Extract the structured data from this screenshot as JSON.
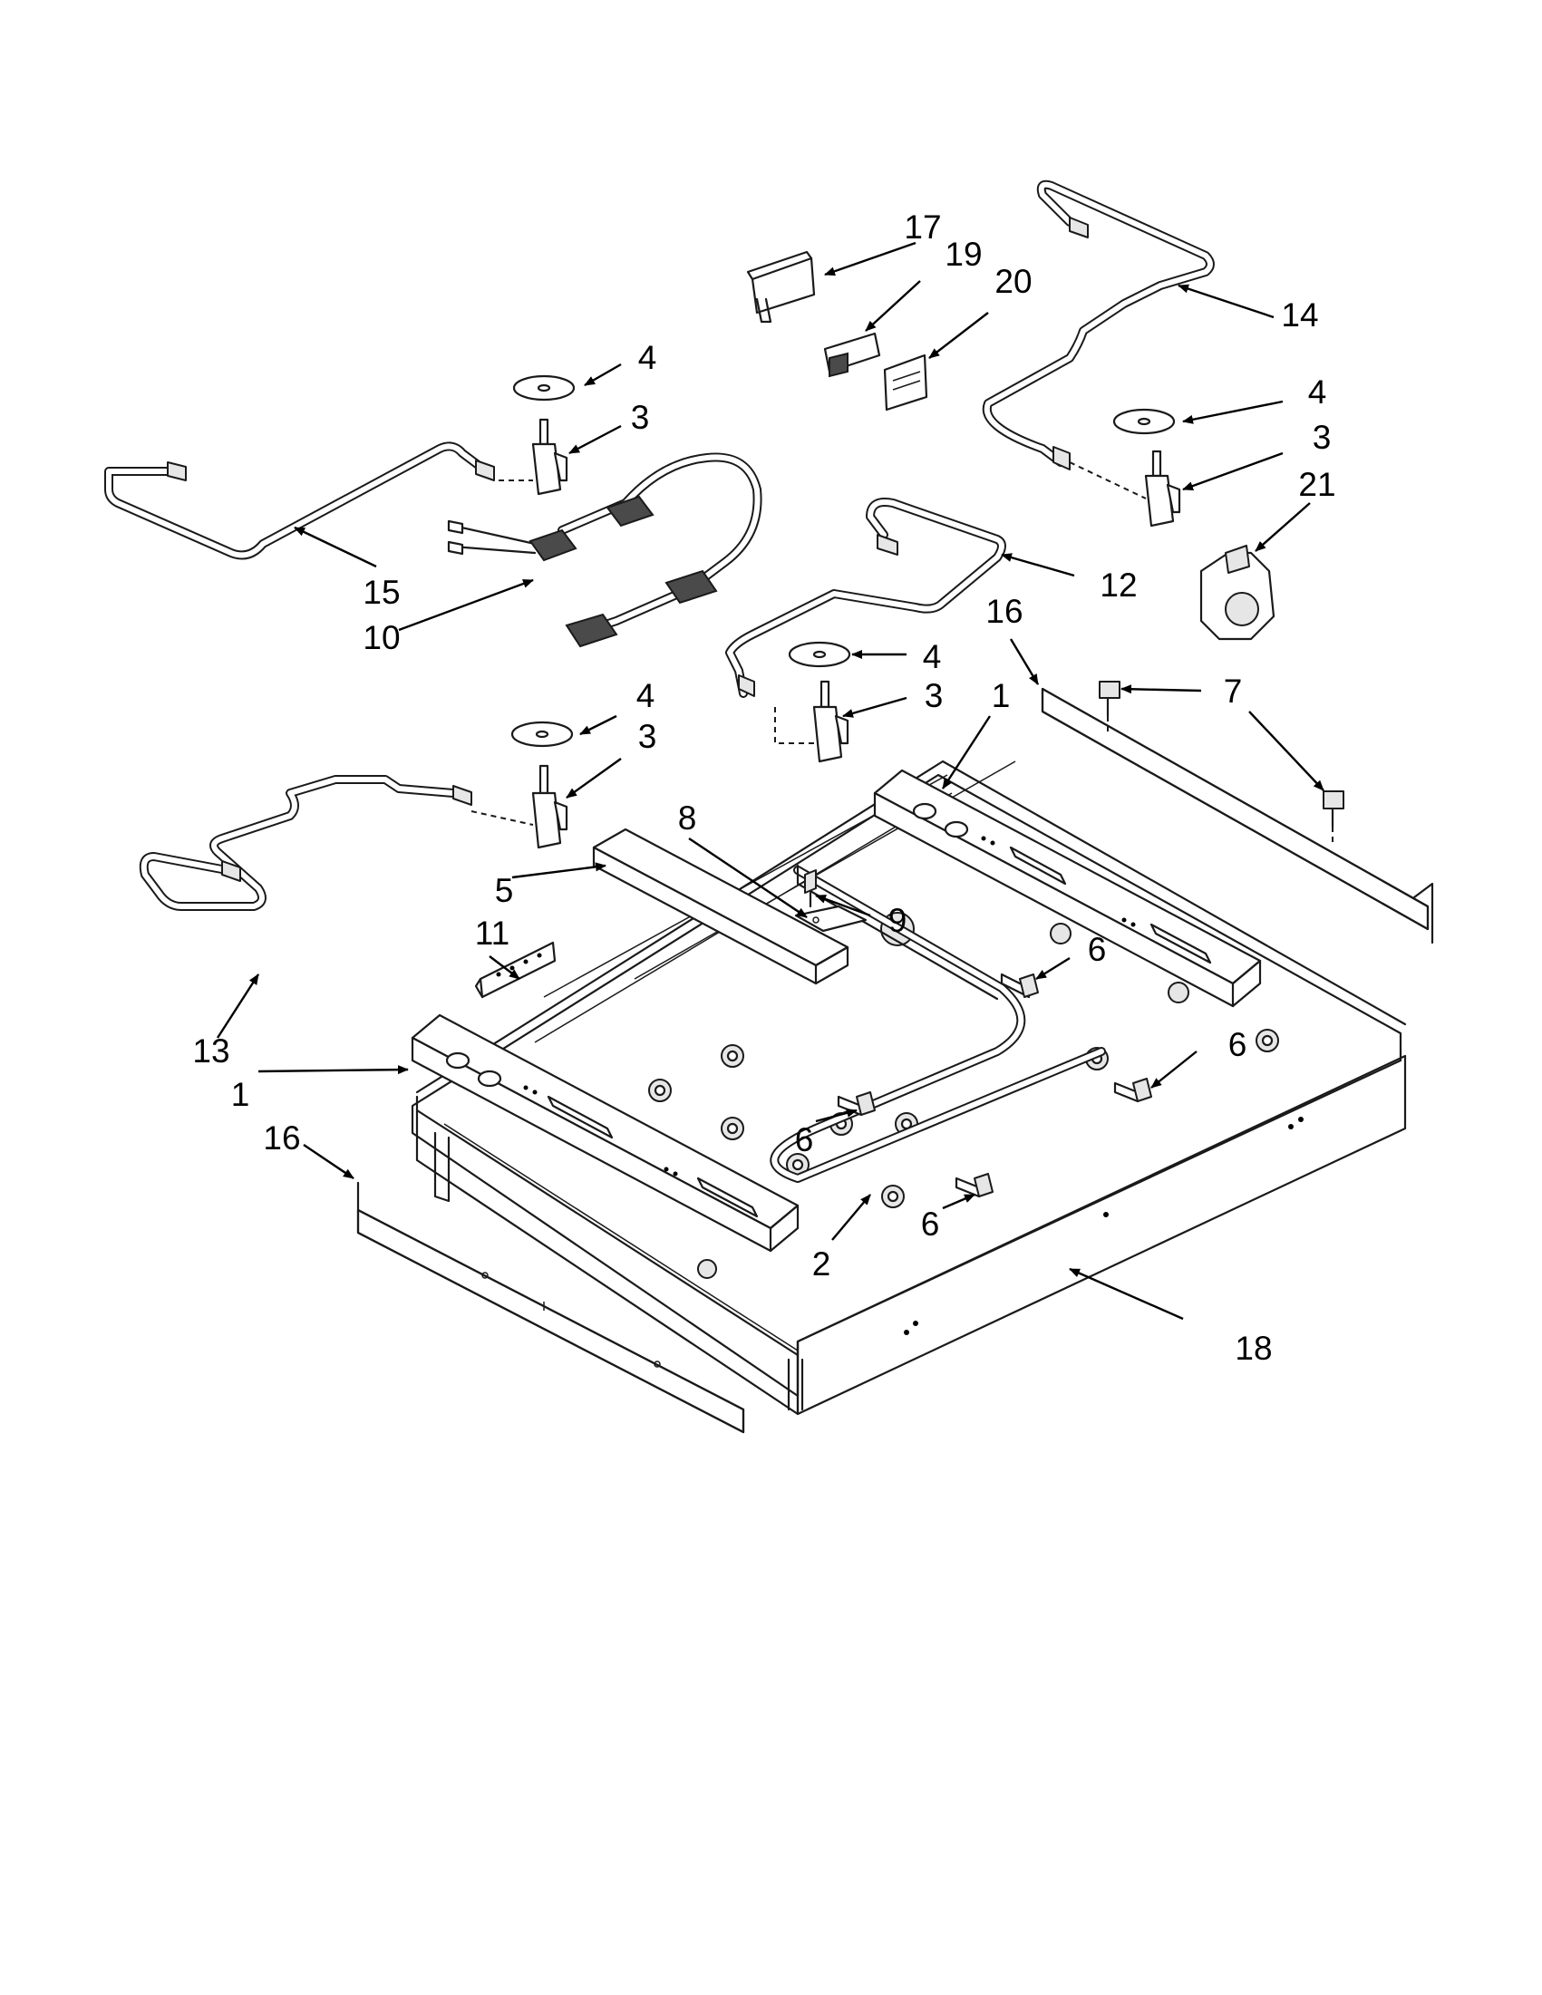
{
  "callouts": {
    "c17": "17",
    "c19": "19",
    "c20": "20",
    "c14": "14",
    "c4_a": "4",
    "c3_a": "3",
    "c15": "15",
    "c10": "10",
    "c4_b": "4",
    "c3_b": "3",
    "c21": "21",
    "c12": "12",
    "c16_a": "16",
    "c7": "7",
    "c4_c": "4",
    "c3_c": "3",
    "c1_a": "1",
    "c4_d": "4",
    "c3_d": "3",
    "c8": "8",
    "c5": "5",
    "c9": "9",
    "c11": "11",
    "c6_a": "6",
    "c13": "13",
    "c6_b": "6",
    "c1_b": "1",
    "c6_c": "6",
    "c16_b": "16",
    "c6_d": "6",
    "c2": "2",
    "c18": "18"
  }
}
